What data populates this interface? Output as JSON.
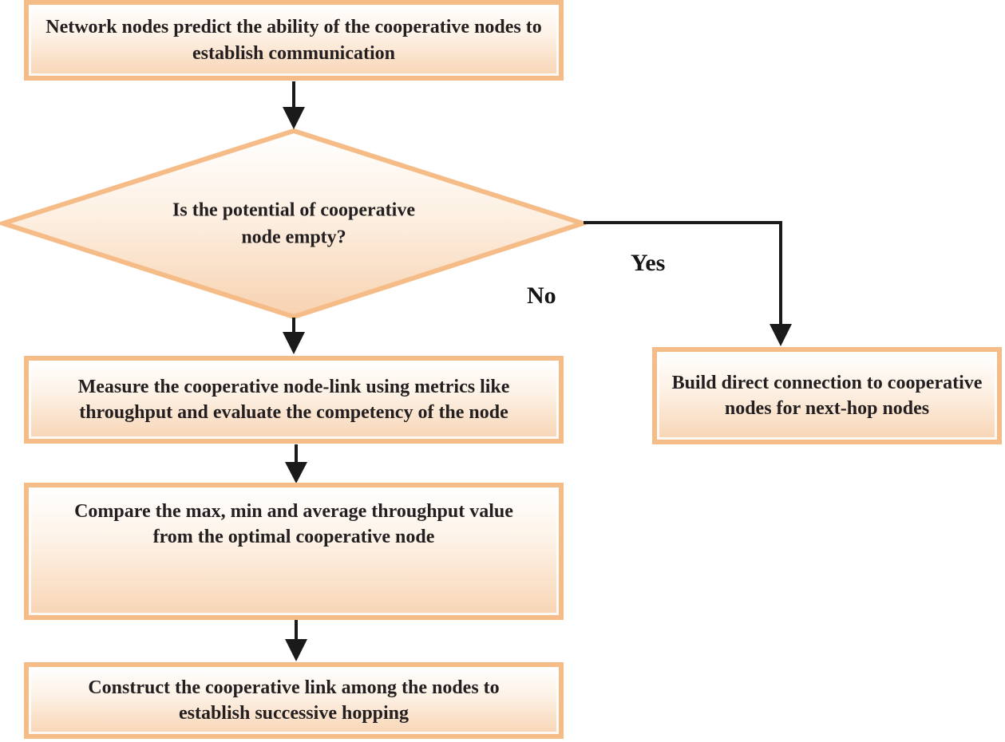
{
  "figure": {
    "type": "flowchart",
    "colors": {
      "node_border": "#f5bc87",
      "node_fill_top": "#ffffff",
      "node_fill_bottom": "#f8d5b5",
      "connector": "#1a1a1a",
      "text": "#231f20"
    },
    "nodes": {
      "predict": {
        "shape": "rectangle",
        "text": "Network nodes predict the ability of the cooperative nodes to establish communication"
      },
      "decision": {
        "shape": "diamond",
        "text": "Is the potential of cooperative node empty?"
      },
      "measure": {
        "shape": "rectangle",
        "text": "Measure the cooperative node-link using metrics like throughput and evaluate the competency of the node"
      },
      "compare": {
        "shape": "rectangle",
        "text": "Compare the max, min and average throughput value from the optimal cooperative node"
      },
      "construct": {
        "shape": "rectangle",
        "text": "Construct the cooperative link among the nodes to establish successive hopping"
      },
      "build": {
        "shape": "rectangle",
        "text": "Build direct connection to cooperative nodes for next-hop nodes"
      }
    },
    "labels": {
      "yes": "Yes",
      "no": "No"
    },
    "edges": [
      {
        "from": "predict",
        "to": "decision",
        "label": ""
      },
      {
        "from": "decision",
        "to": "measure",
        "label": "No"
      },
      {
        "from": "decision",
        "to": "build",
        "label": "Yes"
      },
      {
        "from": "measure",
        "to": "compare",
        "label": ""
      },
      {
        "from": "compare",
        "to": "construct",
        "label": ""
      }
    ]
  }
}
